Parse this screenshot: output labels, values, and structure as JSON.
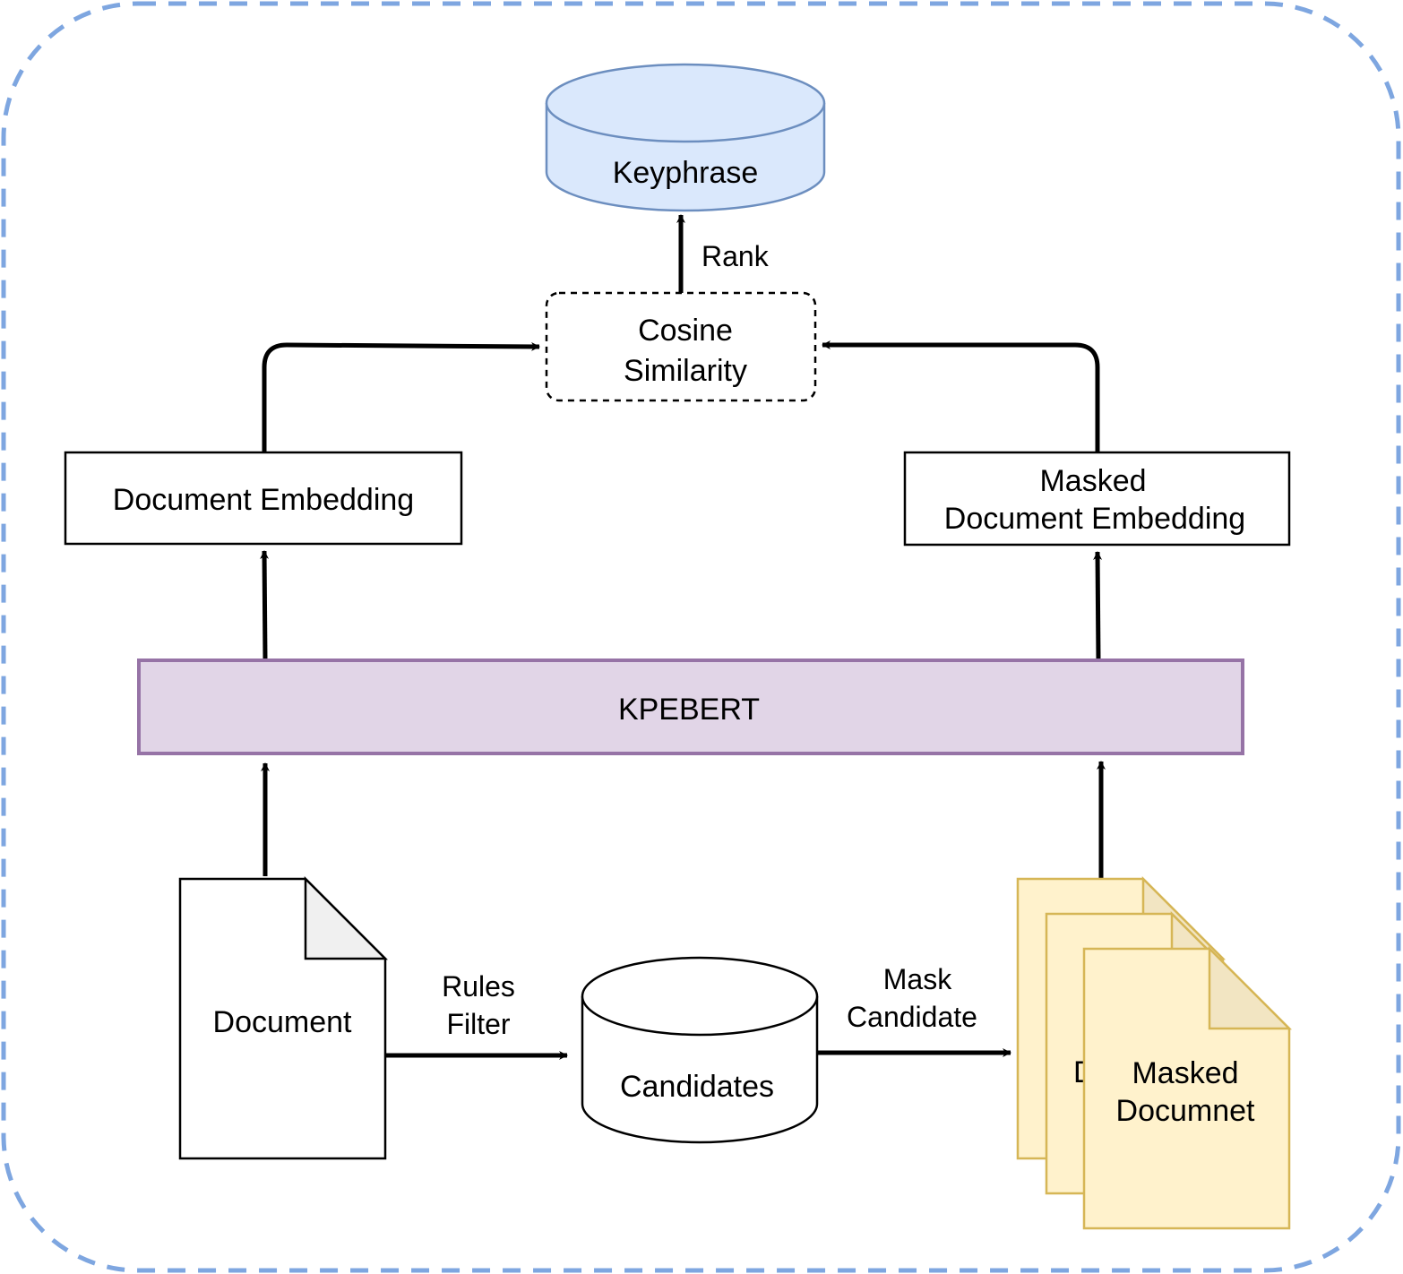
{
  "colors": {
    "frame_stroke": "#7EA6E0",
    "keyphrase_fill": "#DAE8FC",
    "keyphrase_stroke": "#6C8EBF",
    "kpebert_fill": "#E1D5E7",
    "kpebert_stroke": "#9673A6",
    "masked_doc_fill": "#FFF2CC",
    "masked_doc_stroke": "#D6B656",
    "black": "#000000"
  },
  "nodes": {
    "keyphrase": {
      "label": "Keyphrase"
    },
    "cosine_similarity": {
      "line1": "Cosine",
      "line2": "Similarity"
    },
    "document_embedding": {
      "label": "Document Embedding"
    },
    "masked_document_embedding": {
      "line1": "Masked",
      "line2": "Document Embedding"
    },
    "kpebert": {
      "label": "KPEBERT"
    },
    "document": {
      "label": "Document"
    },
    "candidates": {
      "label": "Candidates"
    },
    "masked_document": {
      "line1": "Masked",
      "line2": "Documnet",
      "hidden_fragment": "D"
    }
  },
  "edges": {
    "rank": {
      "label": "Rank"
    },
    "rules_filter": {
      "line1": "Rules",
      "line2": "Filter"
    },
    "mask_candidate": {
      "line1": "Mask",
      "line2": "Candidate"
    }
  }
}
